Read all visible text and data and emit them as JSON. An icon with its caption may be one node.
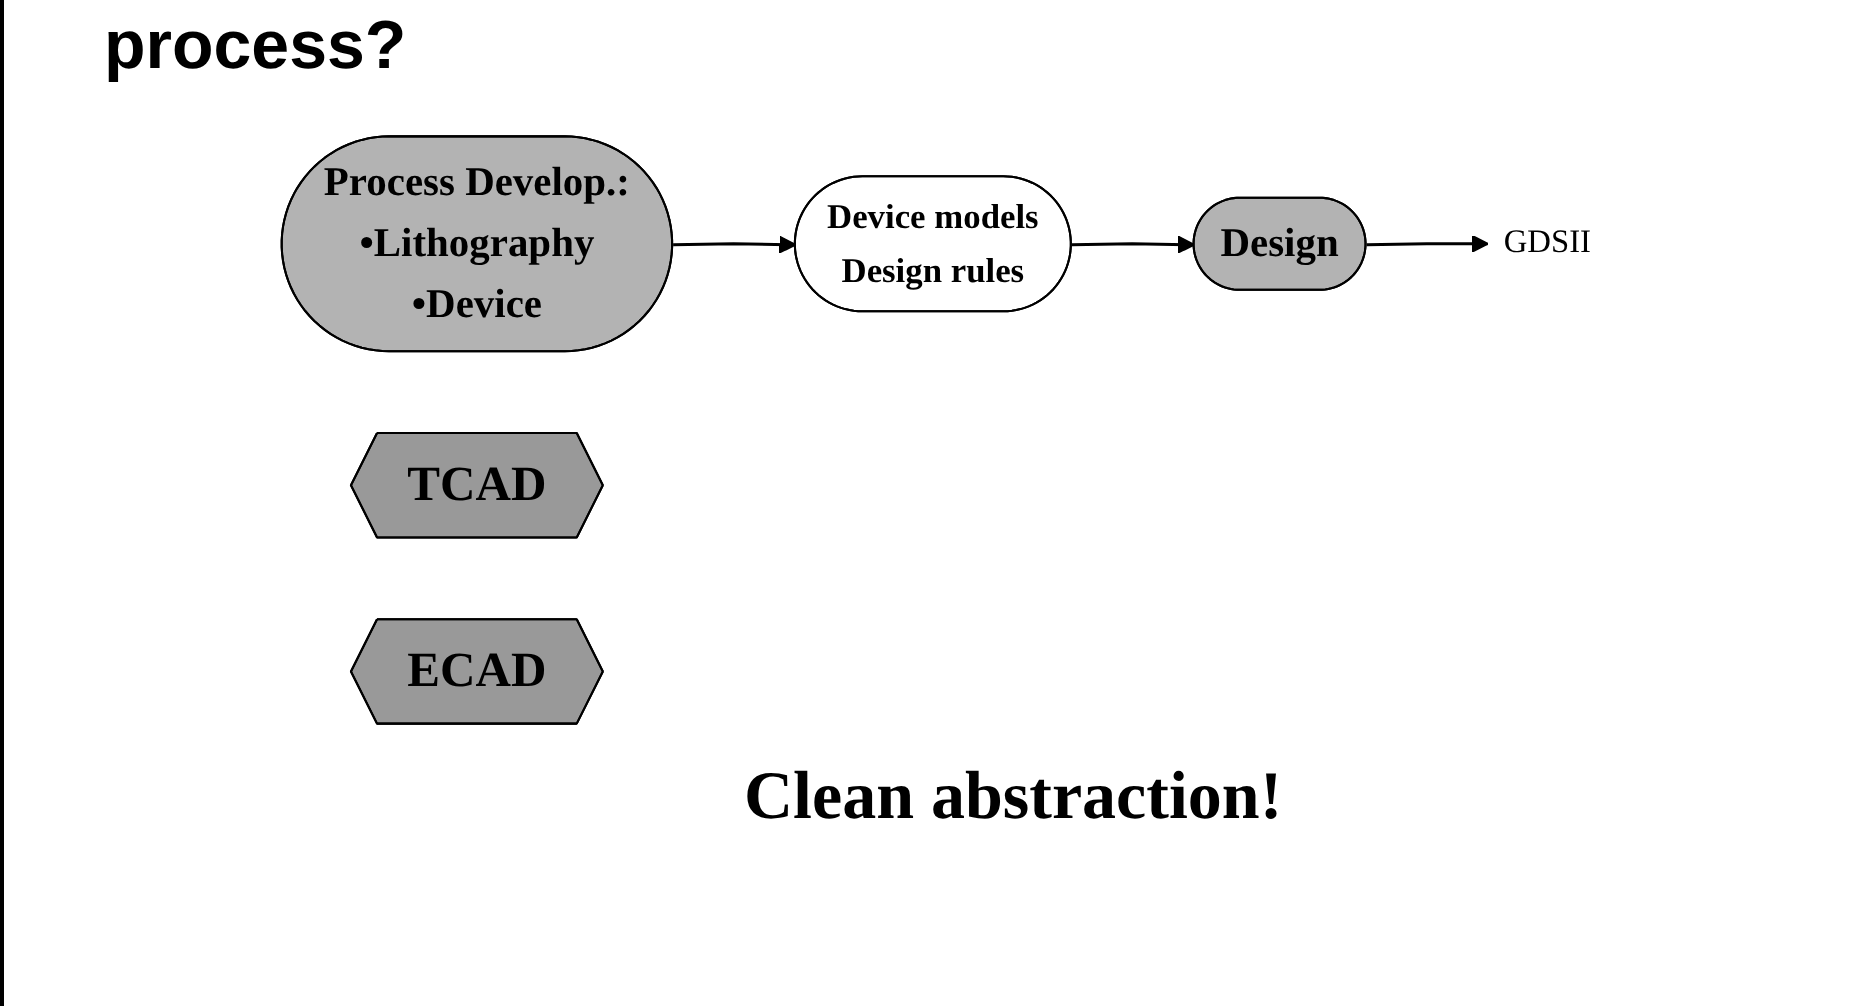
{
  "diagram": {
    "title": "process?",
    "nodes": [
      {
        "text": [
          "Process Develop.:",
          "•Lithography",
          "•Device"
        ]
      },
      {
        "text": [
          "TCAD"
        ]
      },
      {
        "text": [
          "Device models",
          "Design rules"
        ]
      },
      {
        "text": [
          "Design"
        ]
      },
      {
        "text": [
          "ECAD"
        ]
      },
      {
        "text": [
          "GDSII"
        ]
      }
    ],
    "edges": [
      {
        "from": 0,
        "to": 2,
        "arrow": "to"
      },
      {
        "from": 2,
        "to": 3,
        "arrow": "to"
      },
      {
        "from": 3,
        "to": 5,
        "arrow": "to"
      }
    ],
    "labels": [
      "Clean abstraction!"
    ]
  }
}
